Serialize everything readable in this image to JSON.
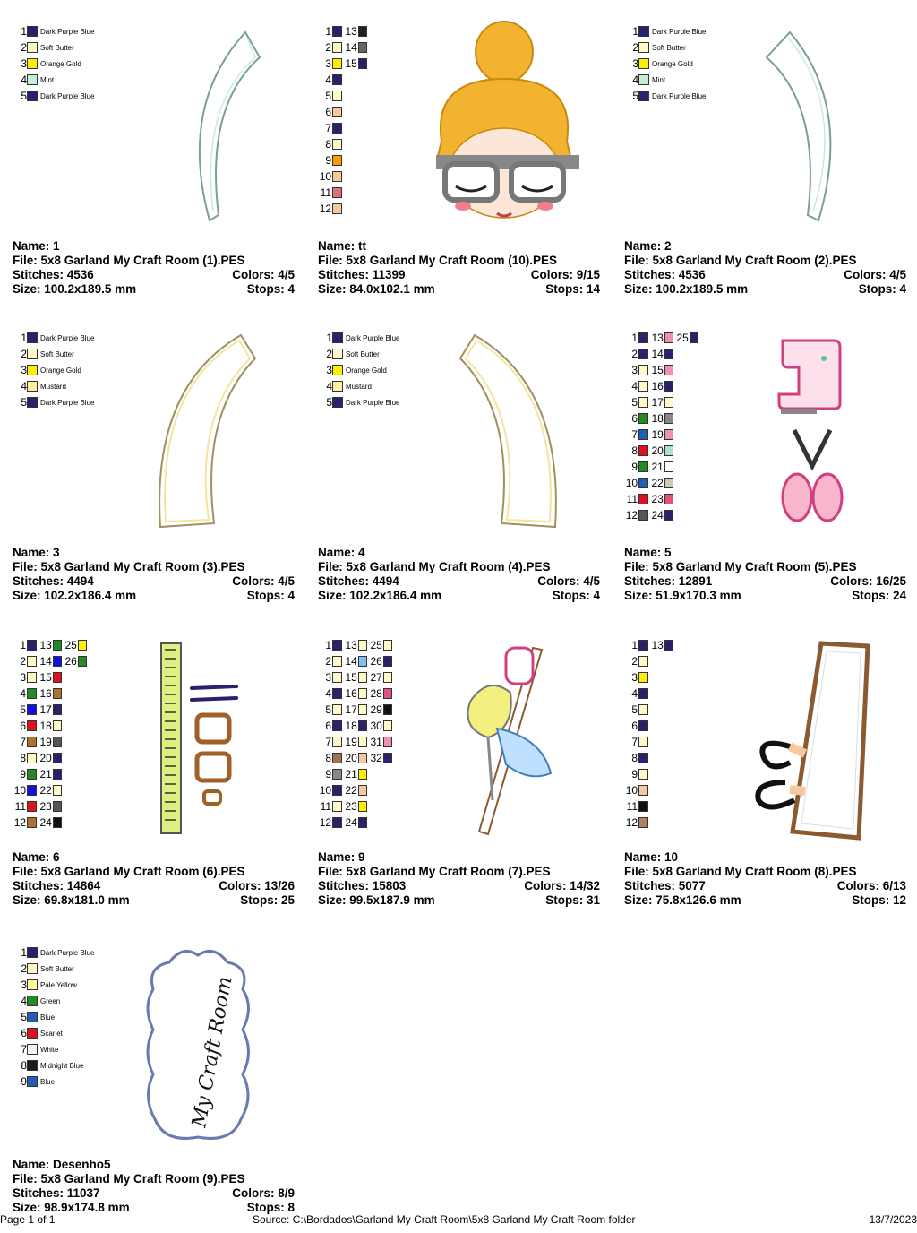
{
  "designs": [
    {
      "name_label": "Name: 1",
      "file_label": "File: 5x8 Garland My Craft Room (1).PES",
      "stitches_label": "Stitches: 4536",
      "colors_label": "Colors: 4/5",
      "size_label": "Size: 100.2x189.5 mm",
      "stops_label": "Stops: 4",
      "legend": [
        [
          "1",
          "#2a2070",
          "Dark Purple Blue"
        ],
        [
          "2",
          "#fff8c8",
          "Soft Butter"
        ],
        [
          "3",
          "#ffee00",
          "Orange Gold"
        ],
        [
          "4",
          "#c8ecd8",
          "Mint"
        ],
        [
          "5",
          "#2a2070",
          "Dark Purple Blue"
        ]
      ]
    },
    {
      "name_label": "Name: tt",
      "file_label": "File: 5x8 Garland My Craft Room (10).PES",
      "stitches_label": "Stitches: 11399",
      "colors_label": "Colors: 9/15",
      "size_label": "Size: 84.0x102.1 mm",
      "stops_label": "Stops: 14"
    },
    {
      "name_label": "Name: 2",
      "file_label": "File: 5x8 Garland My Craft Room (2).PES",
      "stitches_label": "Stitches: 4536",
      "colors_label": "Colors: 4/5",
      "size_label": "Size: 100.2x189.5 mm",
      "stops_label": "Stops: 4",
      "legend": [
        [
          "1",
          "#2a2070",
          "Dark Purple Blue"
        ],
        [
          "2",
          "#fff8c8",
          "Soft Butter"
        ],
        [
          "3",
          "#ffee00",
          "Orange Gold"
        ],
        [
          "4",
          "#c8ecd8",
          "Mint"
        ],
        [
          "5",
          "#2a2070",
          "Dark Purple Blue"
        ]
      ]
    },
    {
      "name_label": "Name: 3",
      "file_label": "File: 5x8 Garland My Craft Room (3).PES",
      "stitches_label": "Stitches: 4494",
      "colors_label": "Colors: 4/5",
      "size_label": "Size: 102.2x186.4 mm",
      "stops_label": "Stops: 4",
      "legend": [
        [
          "1",
          "#2a2070",
          "Dark Purple Blue"
        ],
        [
          "2",
          "#fff8c8",
          "Soft Butter"
        ],
        [
          "3",
          "#ffee00",
          "Orange Gold"
        ],
        [
          "4",
          "#fff0a0",
          "Mustard"
        ],
        [
          "5",
          "#2a2070",
          "Dark Purple Blue"
        ]
      ]
    },
    {
      "name_label": "Name: 4",
      "file_label": "File: 5x8 Garland My Craft Room (4).PES",
      "stitches_label": "Stitches: 4494",
      "colors_label": "Colors: 4/5",
      "size_label": "Size: 102.2x186.4 mm",
      "stops_label": "Stops: 4",
      "legend": [
        [
          "1",
          "#2a2070",
          "Dark Purple Blue"
        ],
        [
          "2",
          "#fff8c8",
          "Soft Butter"
        ],
        [
          "3",
          "#ffee00",
          "Orange Gold"
        ],
        [
          "4",
          "#fff0a0",
          "Mustard"
        ],
        [
          "5",
          "#2a2070",
          "Dark Purple Blue"
        ]
      ]
    },
    {
      "name_label": "Name: 5",
      "file_label": "File: 5x8 Garland My Craft Room (5).PES",
      "stitches_label": "Stitches: 12891",
      "colors_label": "Colors: 16/25",
      "size_label": "Size: 51.9x170.3 mm",
      "stops_label": "Stops: 24"
    },
    {
      "name_label": "Name: 6",
      "file_label": "File: 5x8 Garland My Craft Room (6).PES",
      "stitches_label": "Stitches: 14864",
      "colors_label": "Colors: 13/26",
      "size_label": "Size: 69.8x181.0 mm",
      "stops_label": "Stops: 25"
    },
    {
      "name_label": "Name: 9",
      "file_label": "File: 5x8 Garland My Craft Room (7).PES",
      "stitches_label": "Stitches: 15803",
      "colors_label": "Colors: 14/32",
      "size_label": "Size: 99.5x187.9 mm",
      "stops_label": "Stops: 31"
    },
    {
      "name_label": "Name: 10",
      "file_label": "File: 5x8 Garland My Craft Room (8).PES",
      "stitches_label": "Stitches: 5077",
      "colors_label": "Colors: 6/13",
      "size_label": "Size: 75.8x126.6 mm",
      "stops_label": "Stops: 12"
    },
    {
      "name_label": "Name: Desenho5",
      "file_label": "File: 5x8 Garland My Craft Room (9).PES",
      "stitches_label": "Stitches: 11037",
      "colors_label": "Colors: 8/9",
      "size_label": "Size: 98.9x174.8 mm",
      "stops_label": "Stops: 8",
      "legend": [
        [
          "1",
          "#2a2070",
          "Dark Purple Blue"
        ],
        [
          "2",
          "#fff8c8",
          "Soft Butter"
        ],
        [
          "3",
          "#ffff99",
          "Pale Yellow"
        ],
        [
          "4",
          "#228b22",
          "Green"
        ],
        [
          "5",
          "#1e5fb4",
          "Blue"
        ],
        [
          "6",
          "#e01020",
          "Scarlet"
        ],
        [
          "7",
          "#f4f4f4",
          "White"
        ],
        [
          "8",
          "#1a1a1a",
          "Midnight Blue"
        ],
        [
          "9",
          "#1e5fb4",
          "Blue"
        ]
      ]
    }
  ],
  "grids": {
    "tt": [
      [
        "1",
        "#2a2070",
        "13",
        "#222222"
      ],
      [
        "2",
        "#fff8c8",
        "14",
        "#666666"
      ],
      [
        "3",
        "#ffee00",
        "15",
        "#2a2070"
      ],
      [
        "4",
        "#2a2070"
      ],
      [
        "5",
        "#fff8c8"
      ],
      [
        "6",
        "#f5c8a0"
      ],
      [
        "7",
        "#2a2070"
      ],
      [
        "8",
        "#fff8c8"
      ],
      [
        "9",
        "#ff9900"
      ],
      [
        "10",
        "#f5c8a0"
      ],
      [
        "11",
        "#e07080"
      ],
      [
        "12",
        "#f5c8a0"
      ]
    ],
    "five": [
      [
        "1",
        "#2a2070",
        "13",
        "#f090b0",
        "25",
        "#2a2070"
      ],
      [
        "2",
        "#2a2070",
        "14",
        "#2a2070"
      ],
      [
        "3",
        "#fff8c8",
        "15",
        "#f090b0"
      ],
      [
        "4",
        "#fff8c8",
        "16",
        "#2a2070"
      ],
      [
        "5",
        "#fff8c8",
        "17",
        "#fff8c8"
      ],
      [
        "6",
        "#228b22",
        "18",
        "#888888"
      ],
      [
        "7",
        "#1e5fb4",
        "19",
        "#f090b0"
      ],
      [
        "8",
        "#e01020",
        "20",
        "#b0e0c8"
      ],
      [
        "9",
        "#228b22",
        "21",
        "#ffffff"
      ],
      [
        "10",
        "#1e5fb4",
        "22",
        "#d0c8b8"
      ],
      [
        "11",
        "#e01020",
        "23",
        "#e05080"
      ],
      [
        "12",
        "#555555",
        "24",
        "#2a2070"
      ]
    ],
    "six": [
      [
        "1",
        "#2a2070",
        "13",
        "#228b22",
        "25",
        "#ffee00"
      ],
      [
        "2",
        "#fff8c8",
        "14",
        "#1010e0",
        "26",
        "#228b22"
      ],
      [
        "3",
        "#fff8c8",
        "15",
        "#e01020"
      ],
      [
        "4",
        "#228b22",
        "16",
        "#b07030"
      ],
      [
        "5",
        "#1010e0",
        "17",
        "#2a2070"
      ],
      [
        "6",
        "#e01020",
        "18",
        "#fff8c8"
      ],
      [
        "7",
        "#b07030",
        "19",
        "#555555"
      ],
      [
        "8",
        "#fff8c8",
        "20",
        "#2a2070"
      ],
      [
        "9",
        "#228b22",
        "21",
        "#2a2070"
      ],
      [
        "10",
        "#1010e0",
        "22",
        "#fff8c8"
      ],
      [
        "11",
        "#e01020",
        "23",
        "#555555"
      ],
      [
        "12",
        "#b07030",
        "24",
        "#111111"
      ]
    ],
    "nine": [
      [
        "1",
        "#2a2070",
        "13",
        "#fff8c8",
        "25",
        "#fff8c8"
      ],
      [
        "2",
        "#fff8c8",
        "14",
        "#80c0f0",
        "26",
        "#2a2070"
      ],
      [
        "3",
        "#fff8c8",
        "15",
        "#fff8c8",
        "27",
        "#fff8c8"
      ],
      [
        "4",
        "#2a2070",
        "16",
        "#fff8c8",
        "28",
        "#e05080"
      ],
      [
        "5",
        "#fff8c8",
        "17",
        "#fff8c8",
        "29",
        "#111111"
      ],
      [
        "6",
        "#2a2070",
        "18",
        "#2a2070",
        "30",
        "#fff8c8"
      ],
      [
        "7",
        "#fff8c8",
        "19",
        "#fff8c8",
        "31",
        "#f090b0"
      ],
      [
        "8",
        "#a07050",
        "20",
        "#f5c8a0",
        "32",
        "#2a2070"
      ],
      [
        "9",
        "#888888",
        "21",
        "#ffee00"
      ],
      [
        "10",
        "#2a2070",
        "22",
        "#f5c8a0"
      ],
      [
        "11",
        "#fff8c8",
        "23",
        "#ffee00"
      ],
      [
        "12",
        "#2a2070",
        "24",
        "#2a2070"
      ]
    ],
    "ten": [
      [
        "1",
        "#2a2070",
        "13",
        "#2a2070"
      ],
      [
        "2",
        "#fff8c8"
      ],
      [
        "3",
        "#ffee00"
      ],
      [
        "4",
        "#2a2070"
      ],
      [
        "5",
        "#fff8c8"
      ],
      [
        "6",
        "#2a2070"
      ],
      [
        "7",
        "#fff8c8"
      ],
      [
        "8",
        "#2a2070"
      ],
      [
        "9",
        "#fff8c8"
      ],
      [
        "10",
        "#f5c8a0"
      ],
      [
        "11",
        "#111111"
      ],
      [
        "12",
        "#b08060"
      ]
    ]
  },
  "craft_text": "My Craft Room",
  "footer": {
    "page": "Page 1 of 1",
    "source": "Source: C:\\Bordados\\Garland My Craft Room\\5x8 Garland My Craft Room folder",
    "date": "13/7/2023"
  }
}
